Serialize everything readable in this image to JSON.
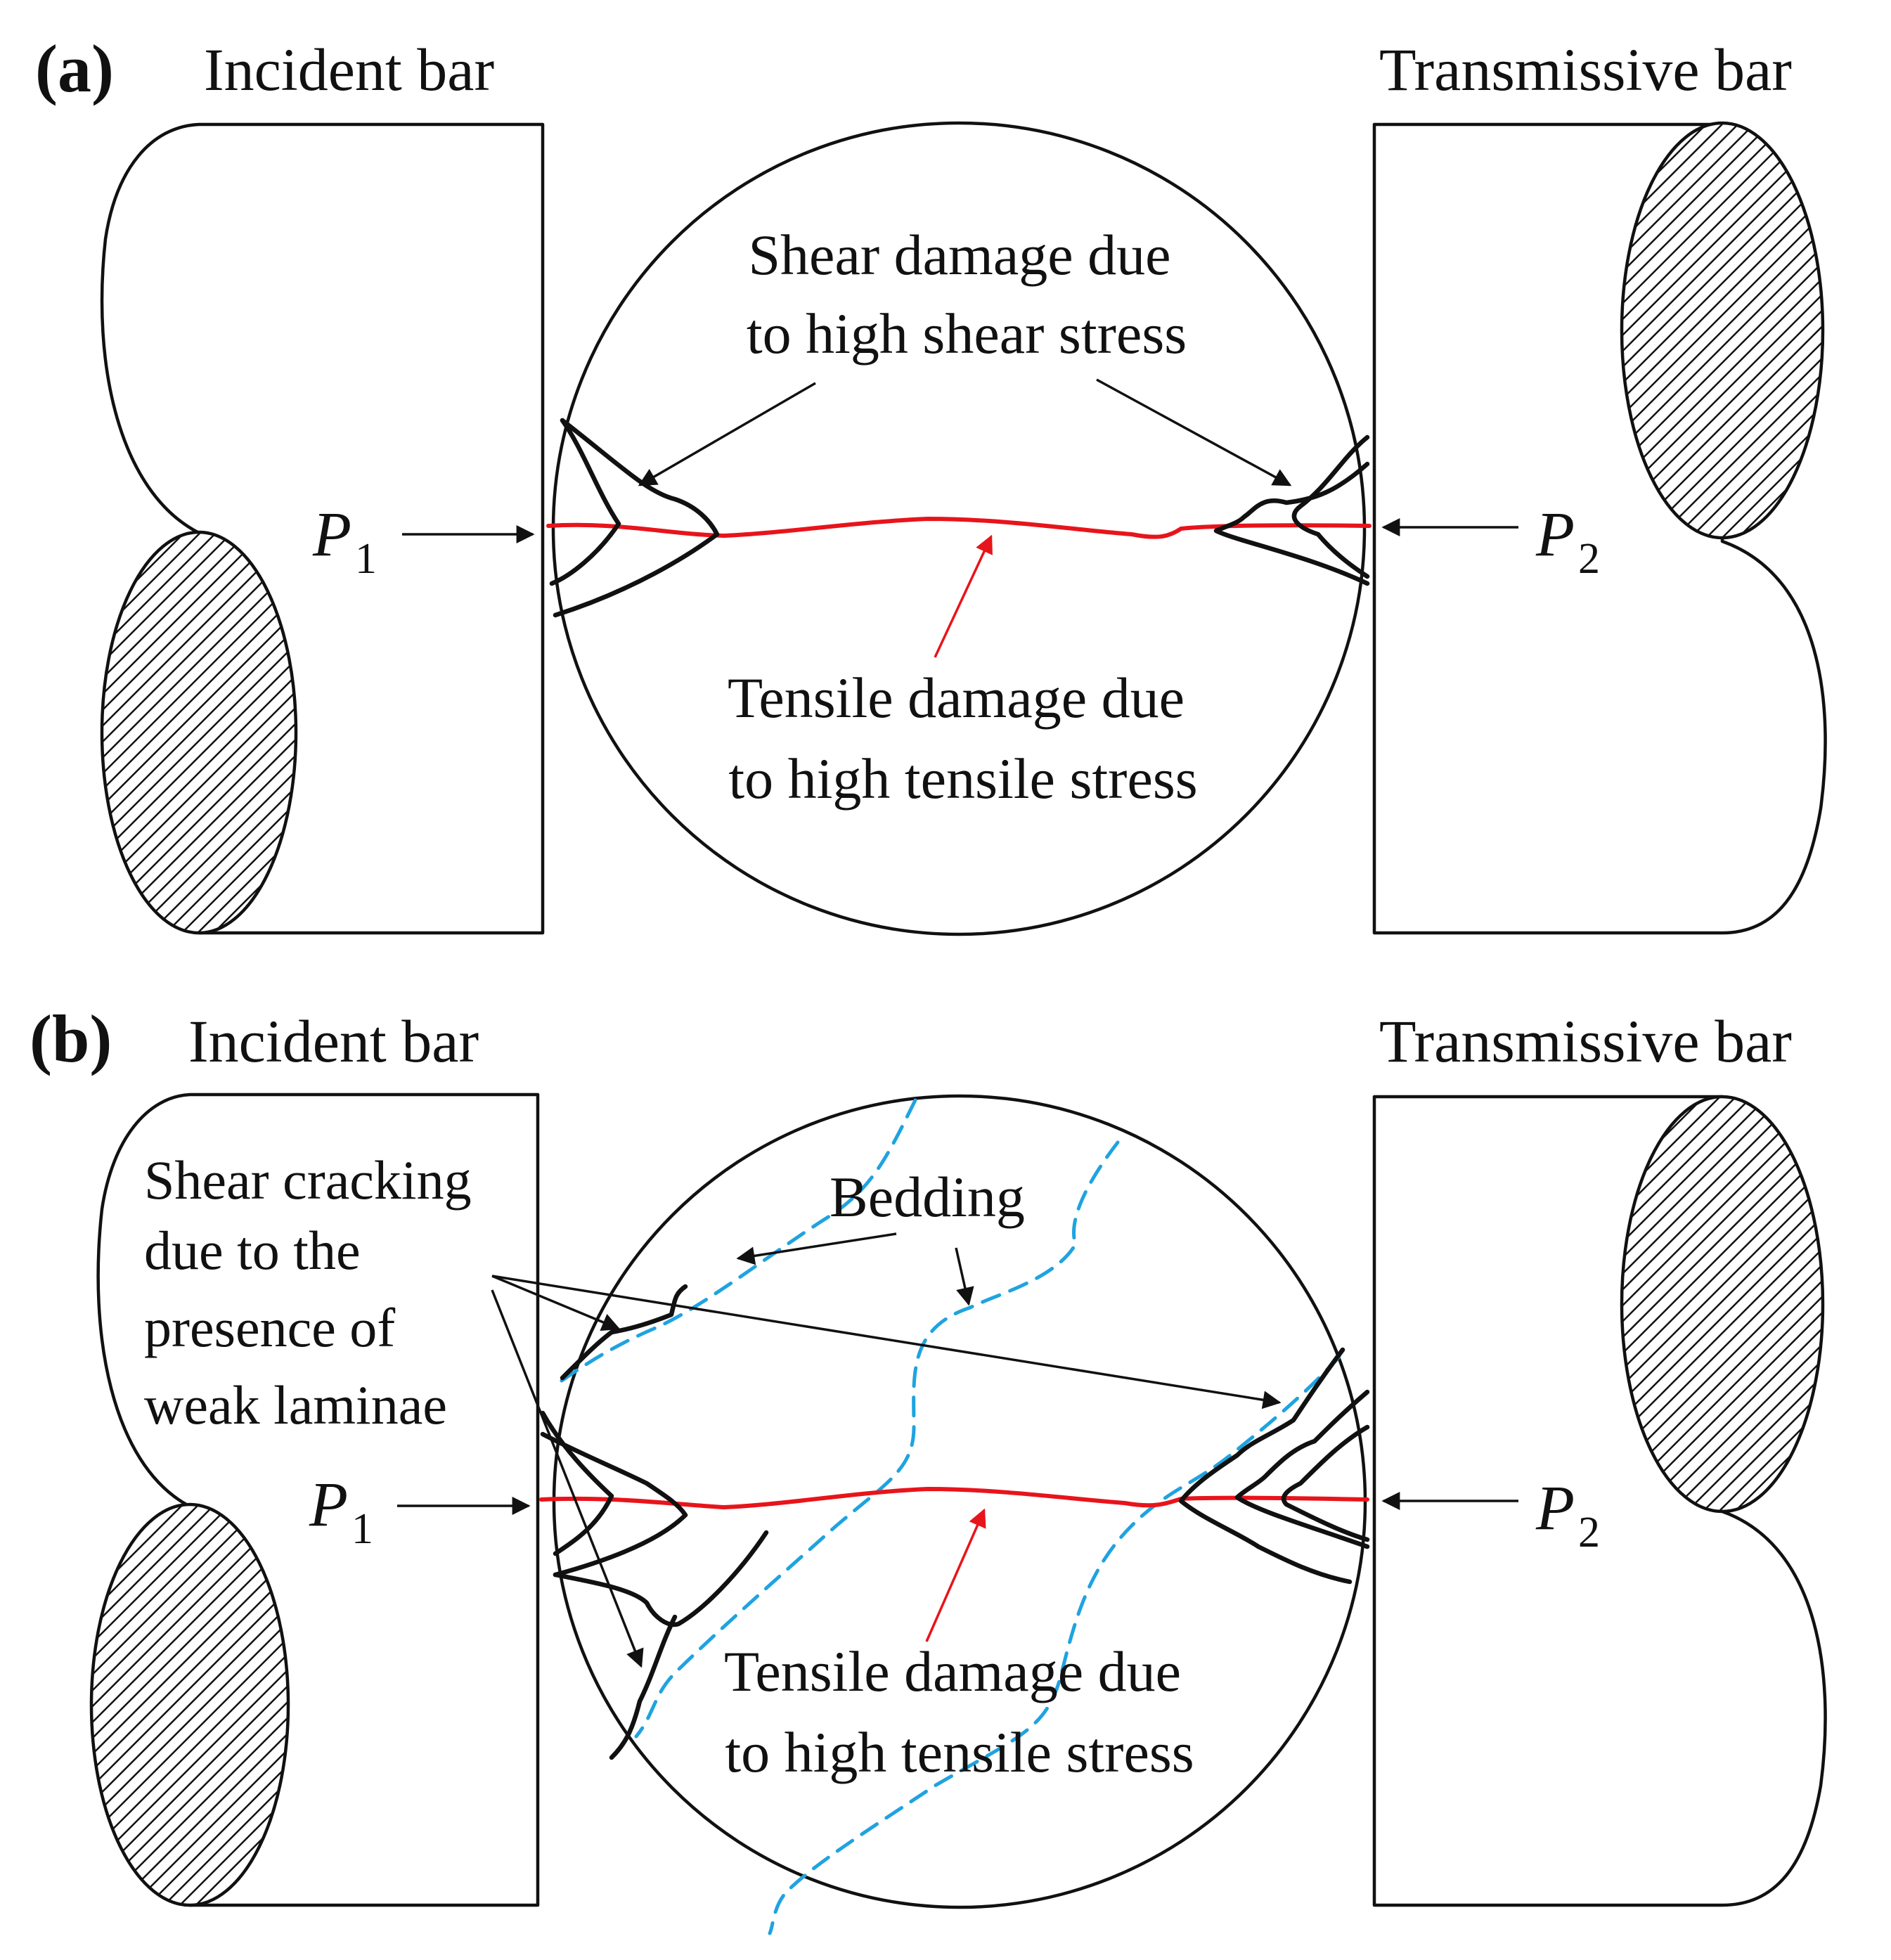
{
  "panel_a": {
    "label": "(a)",
    "incident_bar": "Incident bar",
    "transmissive_bar": "Transmissive bar",
    "shear_line1": "Shear damage due",
    "shear_line2": "to high shear stress",
    "tensile_line1": "Tensile damage due",
    "tensile_line2": "to high tensile stress",
    "p1": "P",
    "p1_sub": "1",
    "p2": "P",
    "p2_sub": "2"
  },
  "panel_b": {
    "label": "(b)",
    "incident_bar": "Incident bar",
    "transmissive_bar": "Transmissive bar",
    "bedding": "Bedding",
    "shear_crack_line1": "Shear cracking",
    "shear_crack_line2": "due to the",
    "shear_crack_line3": "presence of",
    "shear_crack_line4": "weak laminae",
    "tensile_line1": "Tensile damage due",
    "tensile_line2": "to high tensile stress",
    "p1": "P",
    "p1_sub": "1",
    "p2": "P",
    "p2_sub": "2"
  },
  "colors": {
    "tensile_crack": "#e8141b",
    "bedding_plane": "#1fa3e0",
    "outline": "#111111"
  }
}
